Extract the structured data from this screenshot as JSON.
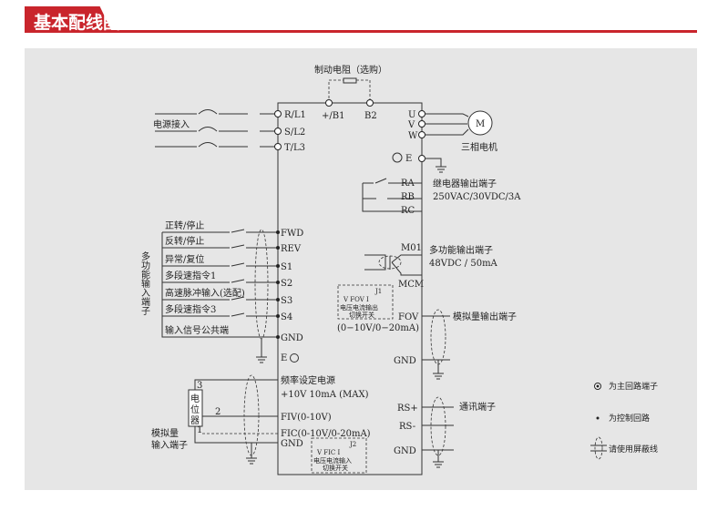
{
  "header": {
    "title": "基本配线图"
  },
  "brake": {
    "label": "制动电阻（选购）",
    "t1": "+/B1",
    "t2": "B2"
  },
  "power": {
    "label": "电源接入",
    "terminals": [
      "R/L1",
      "S/L2",
      "T/L3"
    ]
  },
  "motor": {
    "terminals": [
      "U",
      "V",
      "W"
    ],
    "symbol": "M",
    "label": "三相电机",
    "earth": "E"
  },
  "relay": {
    "terminals": [
      "RA",
      "RB",
      "RC"
    ],
    "title": "继电器输出端子",
    "rating": "250VAC/30VDC/3A"
  },
  "mo": {
    "terminals": [
      "M01",
      "MCM"
    ],
    "title": "多功能输出端子",
    "rating": "48VDC / 50mA"
  },
  "j1": {
    "jumper": "J1",
    "pins": "V  FOV  I",
    "line1": "电压电流输出",
    "line2": "切换开关",
    "range": "(0−10V/0−20mA)"
  },
  "fov": {
    "terminal": "FOV",
    "label": "模拟量输出端子",
    "gnd": "GND"
  },
  "comm": {
    "terminals": [
      "RS+",
      "RS-",
      "GND"
    ],
    "label": "通讯端子"
  },
  "inputs": {
    "group_label": "多功能输入端子",
    "items": [
      {
        "label": "正转/停止",
        "terminal": "FWD"
      },
      {
        "label": "反转/停止",
        "terminal": "REV"
      },
      {
        "label": "异常/复位",
        "terminal": "S1"
      },
      {
        "label": "多段速指令1",
        "terminal": "S2"
      },
      {
        "label": "高速脉冲输入(选配)",
        "terminal": "S3"
      },
      {
        "label": "多段速指令3",
        "terminal": "S4"
      },
      {
        "label": "输入信号公共端",
        "terminal": "GND"
      }
    ],
    "earth": "E"
  },
  "analog": {
    "supply": "频率设定电源",
    "supply_rating": "+10V  10mA (MAX)",
    "fiv": "FIV(0-10V)",
    "fic": "FIC(0-10V/0-20mA)",
    "gnd": "GND",
    "pot": [
      "电",
      "位",
      "器"
    ],
    "pins": [
      "3",
      "2",
      "1"
    ],
    "label1": "模拟量",
    "label2": "输入端子"
  },
  "j2": {
    "jumper": "J2",
    "pins": "V  FIC  I",
    "line1": "电压电流输入",
    "line2": "切换开关"
  },
  "legend": [
    "为主回路端子",
    "为控制回路",
    "请使用屏蔽线"
  ]
}
